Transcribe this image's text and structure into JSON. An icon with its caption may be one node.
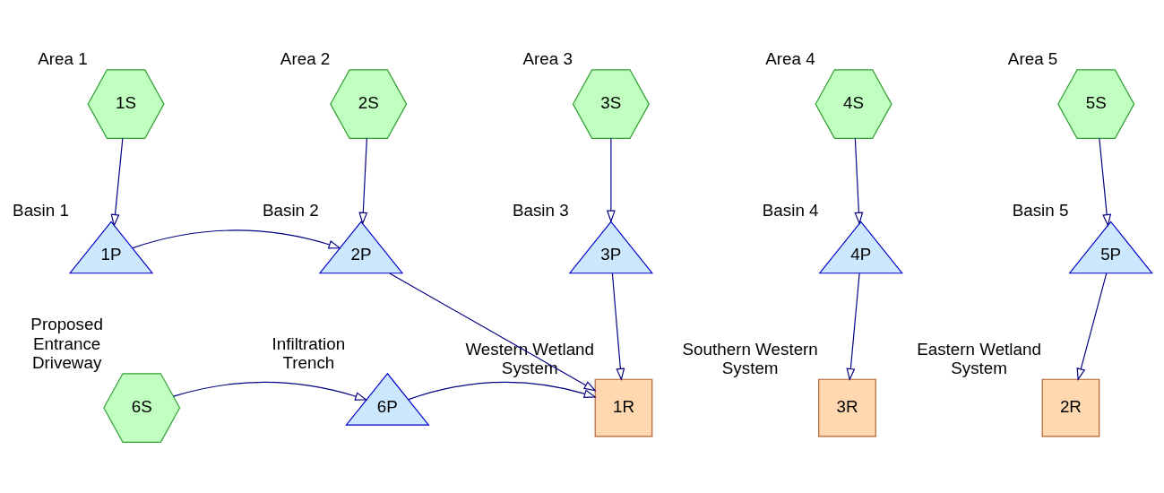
{
  "diagram": {
    "nodes": [
      {
        "text": [
          "1S"
        ],
        "beside": [
          "Area 1"
        ]
      },
      {
        "text": [
          "2S"
        ],
        "beside": [
          "Area 2"
        ]
      },
      {
        "text": [
          "3S"
        ],
        "beside": [
          "Area 3"
        ]
      },
      {
        "text": [
          "4S"
        ],
        "beside": [
          "Area 4"
        ]
      },
      {
        "text": [
          "5S"
        ],
        "beside": [
          "Area 5"
        ]
      },
      {
        "text": [
          "1P"
        ],
        "beside": [
          "Basin 1"
        ]
      },
      {
        "text": [
          "2P"
        ],
        "beside": [
          "Basin 2"
        ]
      },
      {
        "text": [
          "3P"
        ],
        "beside": [
          "Basin 3"
        ]
      },
      {
        "text": [
          "4P"
        ],
        "beside": [
          "Basin 4"
        ]
      },
      {
        "text": [
          "5P"
        ],
        "beside": [
          "Basin 5"
        ]
      },
      {
        "text": [
          "6S"
        ],
        "beside": [
          "Proposed Entrance Driveway"
        ]
      },
      {
        "text": [
          "6P"
        ],
        "beside": [
          "Infiltration Trench"
        ]
      },
      {
        "text": [
          "1R"
        ],
        "beside": [
          "Western Wetland System"
        ]
      },
      {
        "text": [
          "3R"
        ],
        "beside": [
          "Southern Western System"
        ]
      },
      {
        "text": [
          "2R"
        ],
        "beside": [
          "Eastern Wetland System"
        ]
      }
    ],
    "edges": [
      {
        "from": 0,
        "to": 5,
        "arrow": "to"
      },
      {
        "from": 1,
        "to": 6,
        "arrow": "to"
      },
      {
        "from": 2,
        "to": 7,
        "arrow": "to"
      },
      {
        "from": 3,
        "to": 8,
        "arrow": "to"
      },
      {
        "from": 4,
        "to": 9,
        "arrow": "to"
      },
      {
        "from": 5,
        "to": 6,
        "arrow": "to"
      },
      {
        "from": 6,
        "to": 12,
        "arrow": "to"
      },
      {
        "from": 7,
        "to": 12,
        "arrow": "to"
      },
      {
        "from": 8,
        "to": 13,
        "arrow": "to"
      },
      {
        "from": 9,
        "to": 14,
        "arrow": "to"
      },
      {
        "from": 10,
        "to": 11,
        "arrow": "to"
      },
      {
        "from": 11,
        "to": 12,
        "arrow": "to"
      }
    ]
  }
}
